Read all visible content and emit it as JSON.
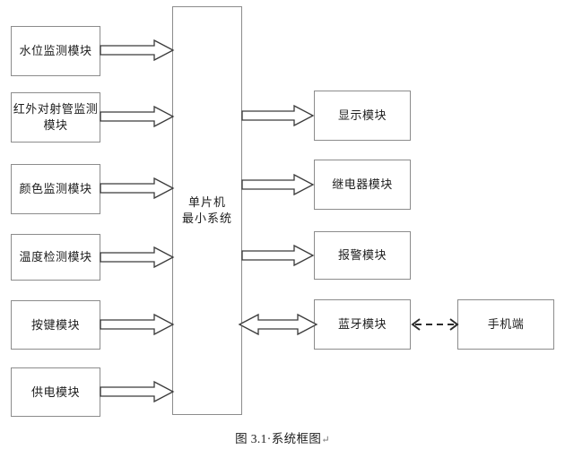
{
  "diagram": {
    "title_caption": "图 3.1·系统框图",
    "caption_mark": "↵",
    "colors": {
      "box_border": "#8c8c8c",
      "arrow_stroke": "#3a3a3a",
      "arrow_fill": "#ffffff",
      "text": "#1d1d1d",
      "background": "#ffffff"
    },
    "central": {
      "name": "mcu-minimum-system",
      "label": "单片机\n最小系统"
    },
    "inputs": [
      {
        "name": "water-level-monitoring-module",
        "label": "水位监测模块",
        "arrow": "single-right"
      },
      {
        "name": "infrared-beam-tube-monitoring-module",
        "label": "红外对射管监测\n模块",
        "arrow": "single-right"
      },
      {
        "name": "color-monitoring-module",
        "label": "颜色监测模块",
        "arrow": "single-right"
      },
      {
        "name": "temperature-detection-module",
        "label": "温度检测模块",
        "arrow": "single-right"
      },
      {
        "name": "key-module",
        "label": "按键模块",
        "arrow": "single-right"
      },
      {
        "name": "power-supply-module",
        "label": "供电模块",
        "arrow": "single-right"
      }
    ],
    "outputs": [
      {
        "name": "display-module",
        "label": "显示模块",
        "arrow": "single-right"
      },
      {
        "name": "relay-module",
        "label": "继电器模块",
        "arrow": "single-right"
      },
      {
        "name": "alarm-module",
        "label": "报警模块",
        "arrow": "single-right"
      },
      {
        "name": "bluetooth-module",
        "label": "蓝牙模块",
        "arrow": "double-headed"
      }
    ],
    "terminal": {
      "name": "mobile-phone-terminal",
      "label": "手机端",
      "link_arrow": "dashed-double-headed"
    }
  }
}
